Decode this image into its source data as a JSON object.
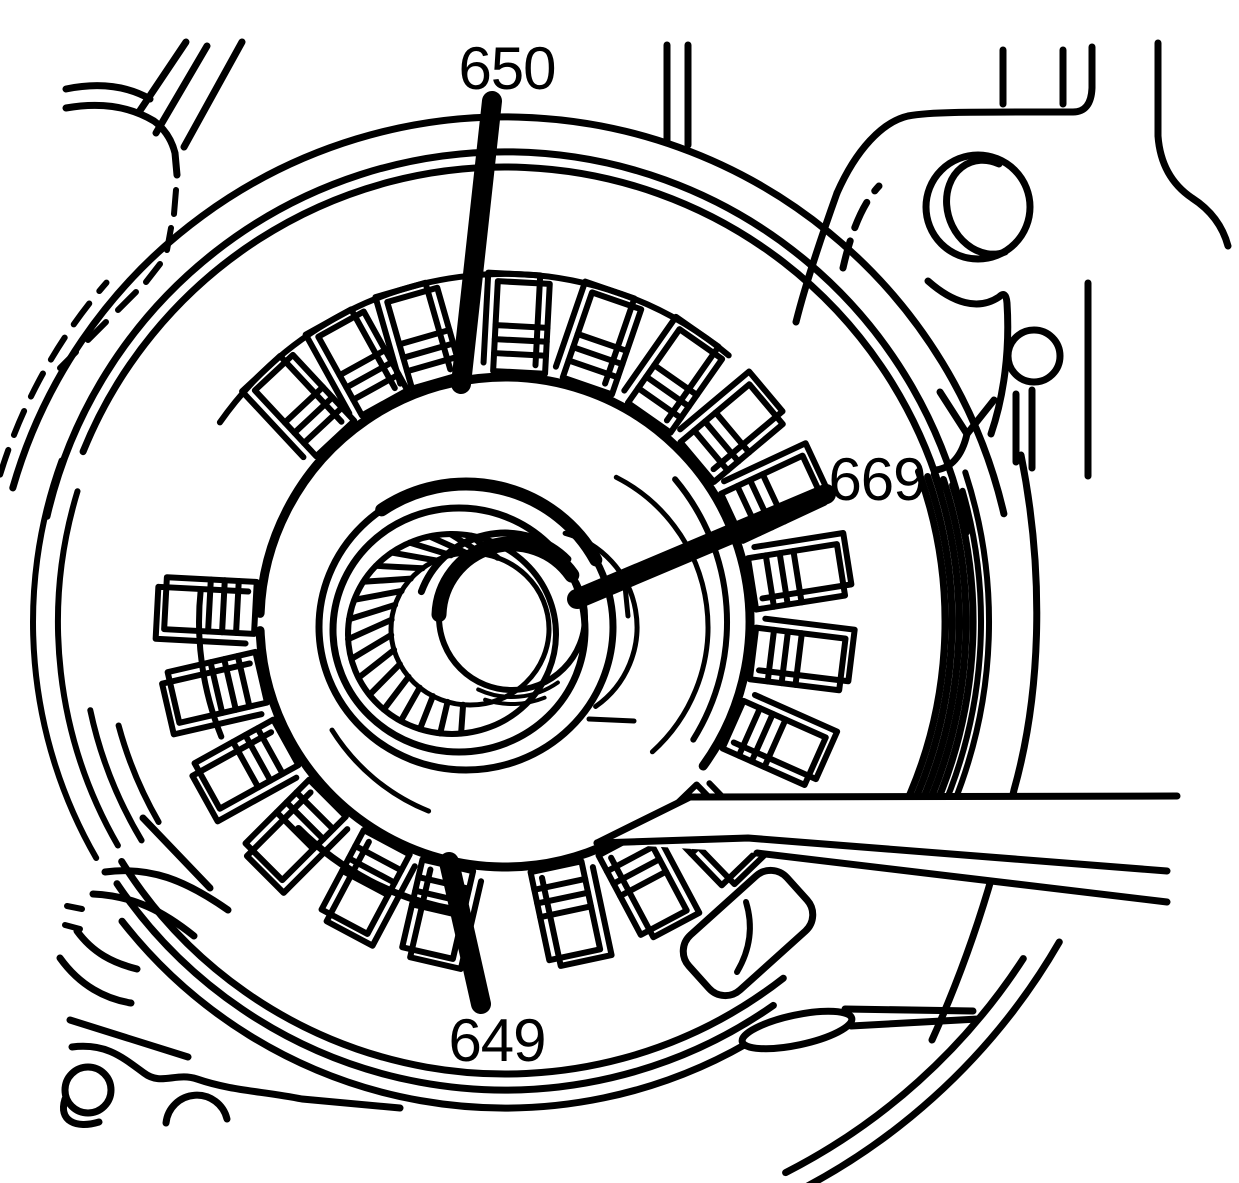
{
  "figure": {
    "type": "technical-line-illustration",
    "subject": "Automatic transmission clutch housing: clutch plate assembly with external spline tabs, splined input hub bore, and flat pry tool inserted at lower right",
    "background_color": "#ffffff",
    "line_color": "#000000",
    "callouts": [
      {
        "id": "650",
        "label": "650",
        "points_to": "clutch backing plate ring (top)"
      },
      {
        "id": "669",
        "label": "669",
        "points_to": "splined center hub bore"
      },
      {
        "id": "649",
        "label": "649",
        "points_to": "lower clutch plate area"
      }
    ],
    "tab_count": 20,
    "tab_angles_deg": [
      -133,
      -119,
      -106,
      -87,
      -71,
      -55,
      -40,
      -25,
      -9,
      7,
      24,
      46,
      62,
      78,
      103,
      118,
      135,
      151,
      167,
      183
    ],
    "hatch_range_deg": [
      85,
      290
    ]
  }
}
